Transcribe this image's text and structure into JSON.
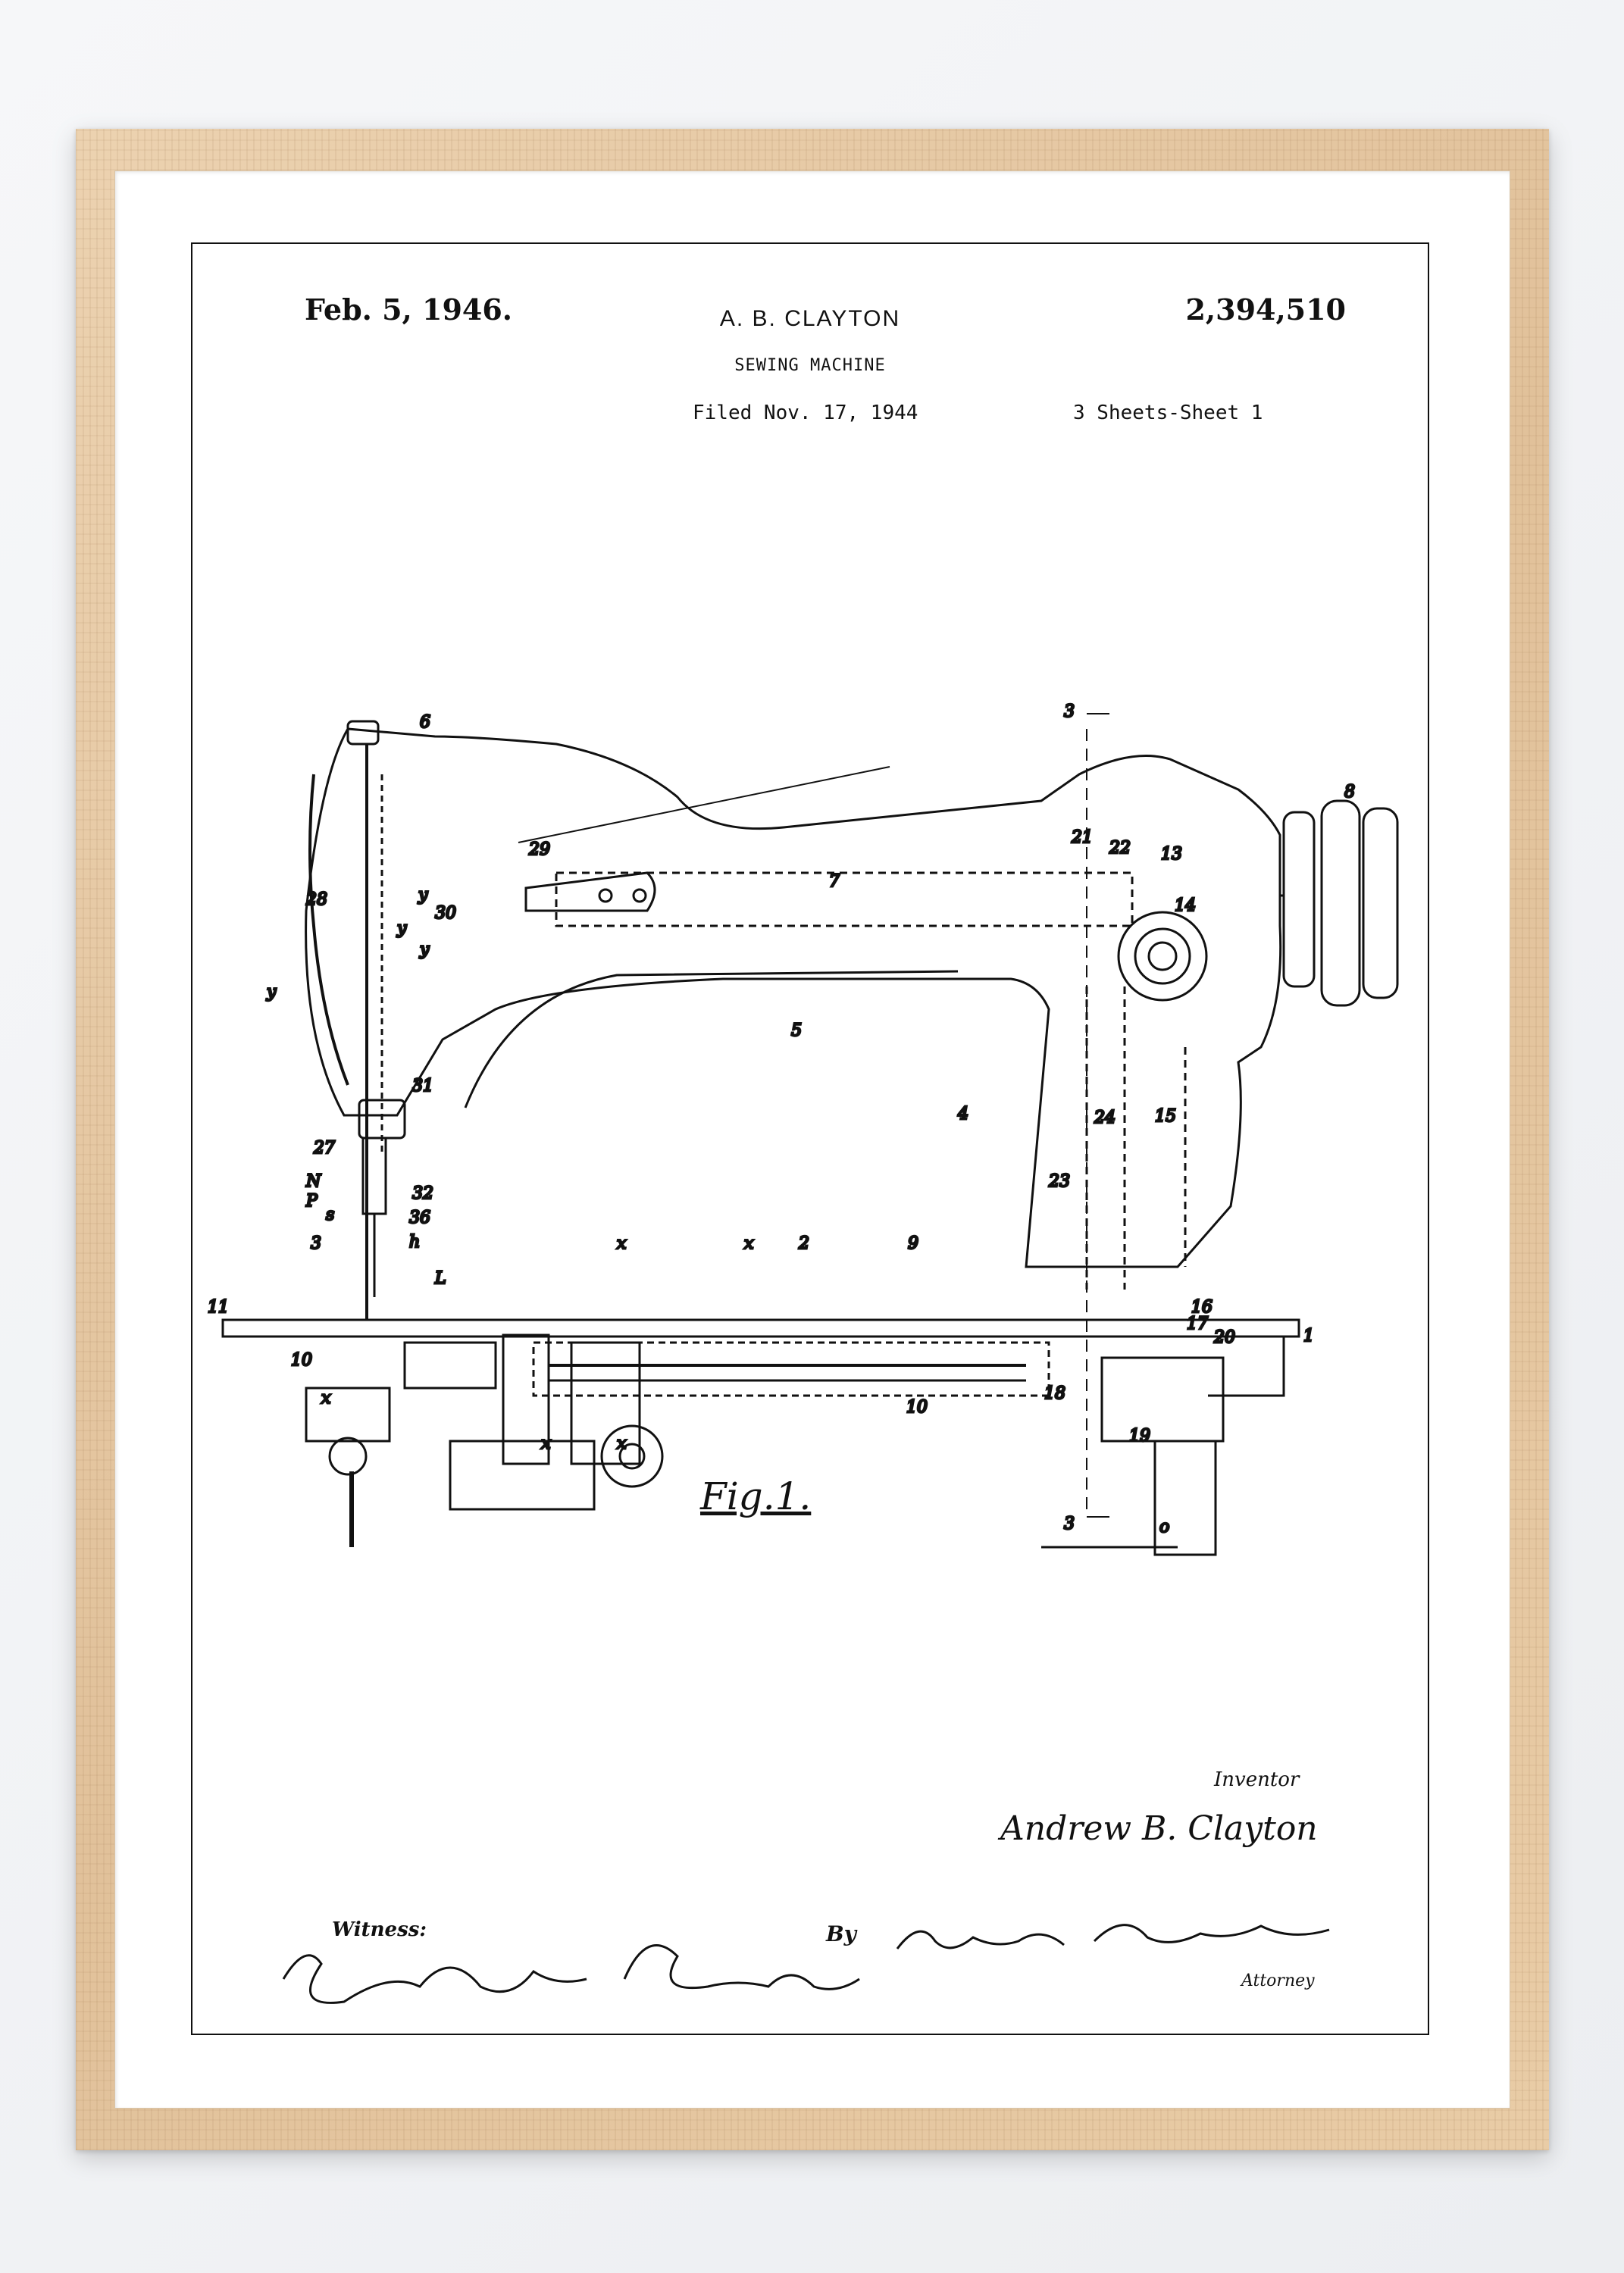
{
  "header": {
    "date": "Feb. 5, 1946.",
    "inventor": "A. B. CLAYTON",
    "title": "SEWING MACHINE",
    "patent_number": "2,394,510",
    "filed": "Filed Nov. 17, 1944",
    "sheets": "3 Sheets-Sheet 1"
  },
  "figure": {
    "label": "Fig.1.",
    "reference_numerals": [
      "1",
      "2",
      "3",
      "4",
      "5",
      "6",
      "7",
      "8",
      "9",
      "10",
      "11",
      "13",
      "14",
      "15",
      "16",
      "17",
      "18",
      "19",
      "20",
      "21",
      "22",
      "23",
      "24",
      "27",
      "28",
      "29",
      "30",
      "31",
      "32",
      "36",
      "x",
      "y",
      "N",
      "P",
      "s",
      "h",
      "L",
      "o"
    ]
  },
  "signatures": {
    "inventor_label": "Inventor",
    "inventor_name": "Andrew B. Clayton",
    "witness_label": "Witness:",
    "witness_signature": "Godfrey Pecina",
    "by_label": "By",
    "attorney_signature": "William T. Stewart",
    "attorney_label": "Attorney"
  },
  "colors": {
    "frame_wood": "#e3c49e",
    "mat": "#ffffff",
    "ink": "#111111"
  }
}
